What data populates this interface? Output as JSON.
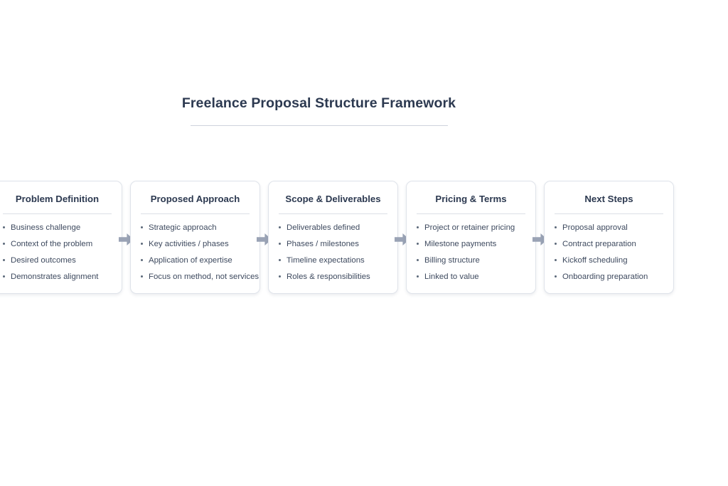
{
  "header": {
    "title": "Freelance Proposal Structure Framework"
  },
  "colors": {
    "background": "#ffffff",
    "heading_text": "#2c3950",
    "body_text": "#3e4a5f",
    "card_border": "#dfe3ea",
    "divider": "#dcdfe6",
    "arrow": "#9aa3b5",
    "bullet": "#5b6879"
  },
  "flow": {
    "connector_icon": "arrow-right-icon",
    "bullet_icon": "bullet-dot-icon",
    "stages": [
      {
        "heading": "Problem Definition",
        "items": [
          "Business challenge",
          "Context of the problem",
          "Desired outcomes",
          "Demonstrates alignment"
        ]
      },
      {
        "heading": "Proposed Approach",
        "items": [
          "Strategic approach",
          "Key activities / phases",
          "Application of expertise",
          "Focus on method, not services"
        ]
      },
      {
        "heading": "Scope & Deliverables",
        "items": [
          "Deliverables defined",
          "Phases / milestones",
          "Timeline expectations",
          "Roles & responsibilities"
        ]
      },
      {
        "heading": "Pricing & Terms",
        "items": [
          "Project or retainer pricing",
          "Milestone payments",
          "Billing structure",
          "Linked to value"
        ]
      },
      {
        "heading": "Next Steps",
        "items": [
          "Proposal approval",
          "Contract preparation",
          "Kickoff scheduling",
          "Onboarding preparation"
        ]
      }
    ]
  }
}
